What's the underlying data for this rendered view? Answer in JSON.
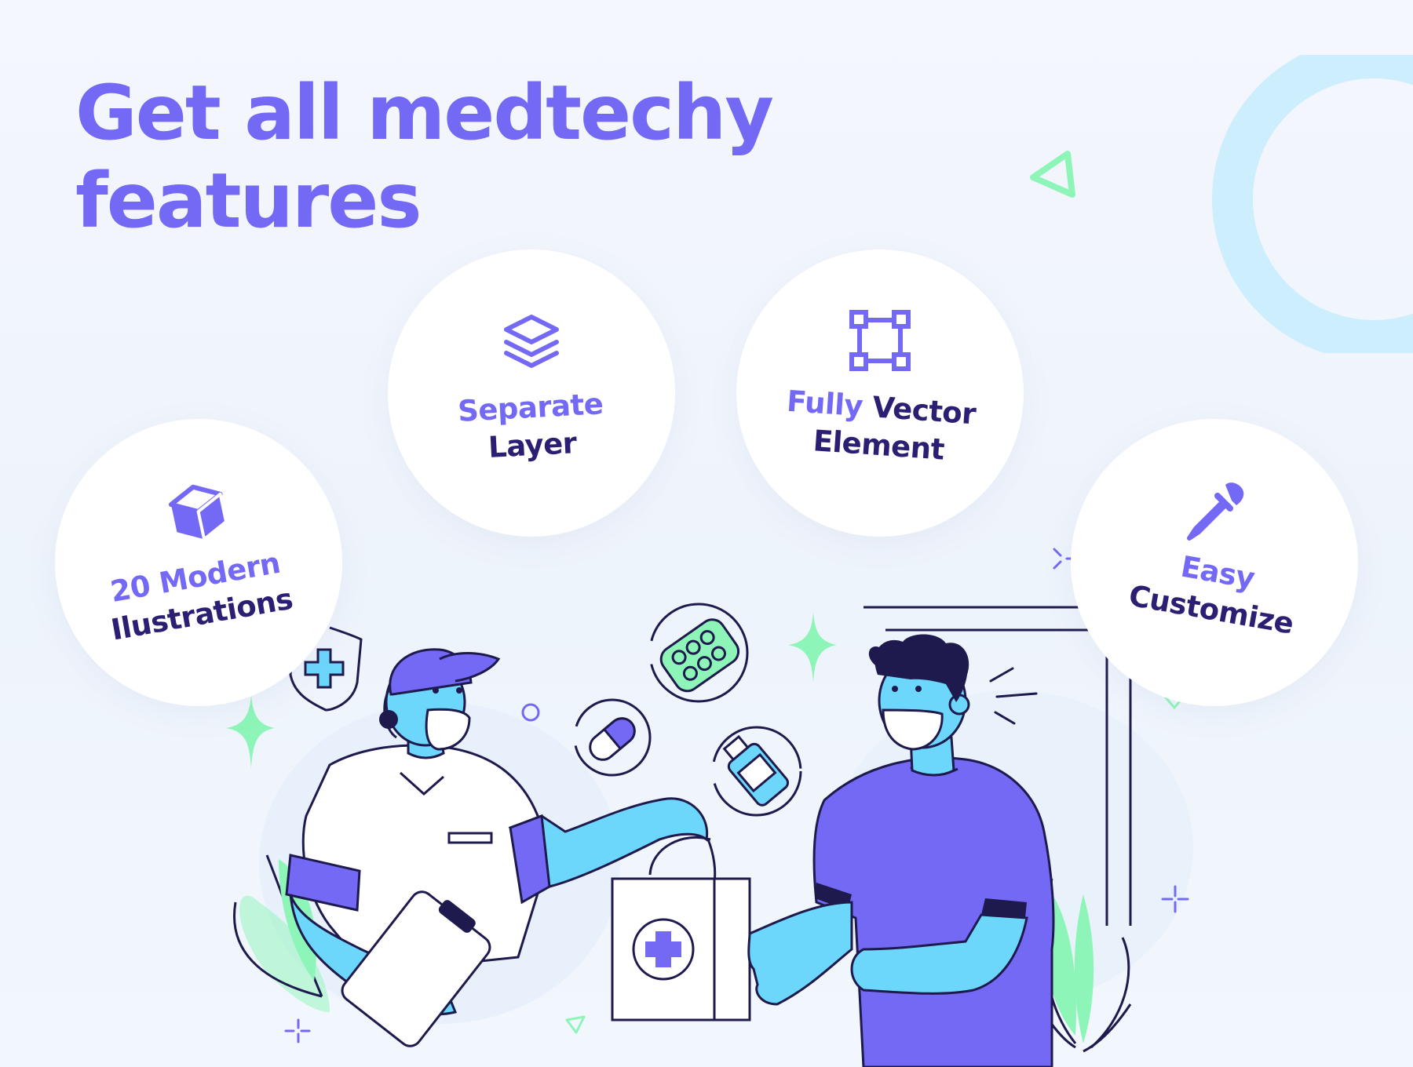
{
  "headline": {
    "line1": "Get all medtechy",
    "line2": "features"
  },
  "features": [
    {
      "icon": "cube-icon",
      "line1": "20 Modern",
      "line2": "Ilustrations"
    },
    {
      "icon": "layers-icon",
      "line1": "Separate",
      "line2": "Layer"
    },
    {
      "icon": "vector-frame-icon",
      "line1_a": "Fully",
      "line1_b": "Vector",
      "line2": "Element"
    },
    {
      "icon": "eyedropper-icon",
      "line1": "Easy",
      "line2": "Customize"
    }
  ],
  "colors": {
    "accent": "#7469f4",
    "dark_text": "#2a1f73",
    "skin_blue": "#6dd6fb",
    "leaf_green": "#8ef5b8",
    "ring_blue": "#cdeefd",
    "outline": "#1e1a4d"
  }
}
